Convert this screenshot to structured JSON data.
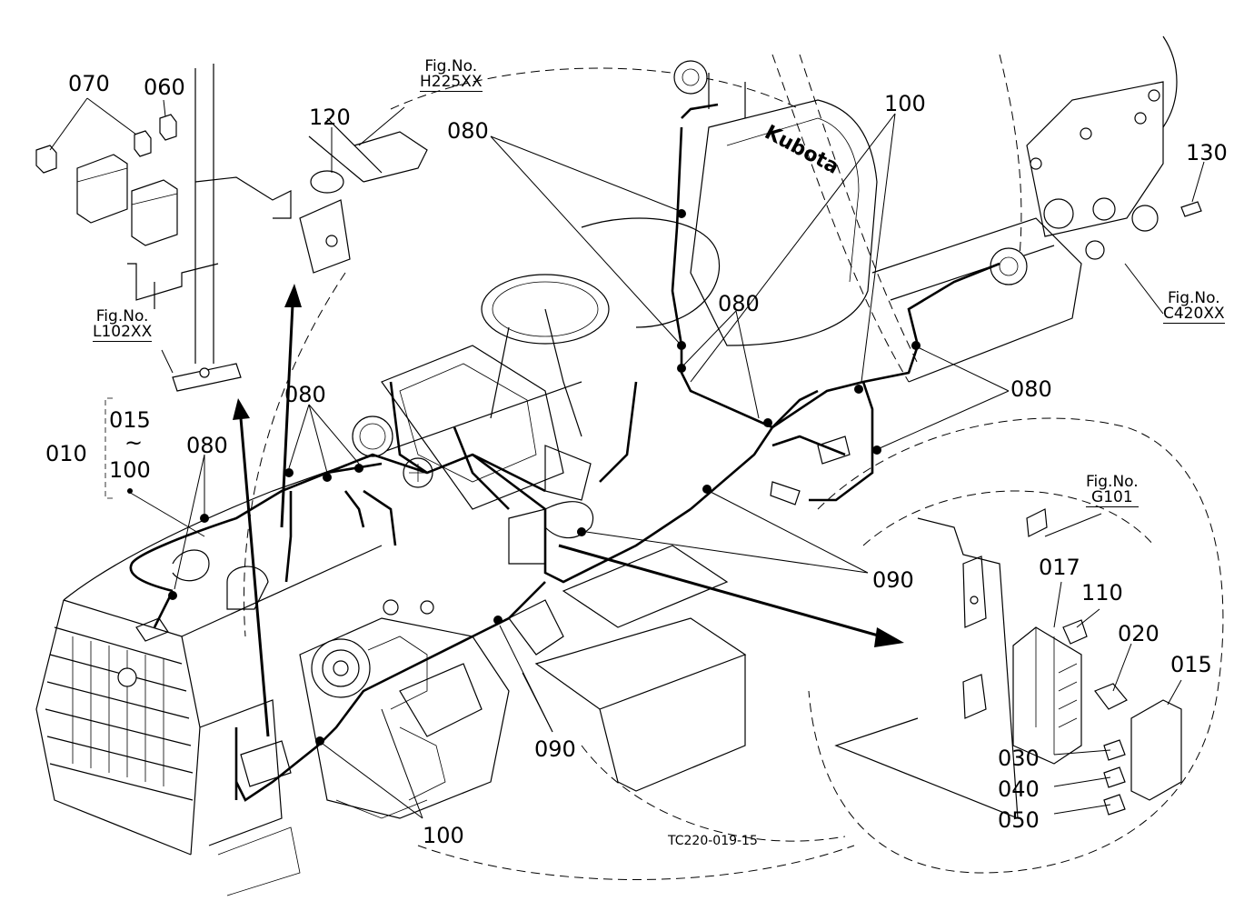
{
  "labels": {
    "p070": "070",
    "p060": "060",
    "p120": "120",
    "p080_top": "080",
    "p100_top": "100",
    "p130": "130",
    "p080_mid": "080",
    "p080_left": "080",
    "p080_right": "080",
    "p010": "010",
    "p015": "015",
    "tilde": "~",
    "p100_range": "100",
    "p080_hood": "080",
    "p090_right": "090",
    "p090_bottom": "090",
    "p100_bottom": "100",
    "p017": "017",
    "p110": "110",
    "p020": "020",
    "p015_cover": "015",
    "p030": "030",
    "p040": "040",
    "p050": "050"
  },
  "fig_refs": {
    "h225": {
      "title": "Fig.No.",
      "code": "H225XX"
    },
    "l102": {
      "title": "Fig.No.",
      "code": "L102XX"
    },
    "c420": {
      "title": "Fig.No.",
      "code": "C420XX"
    },
    "g101": {
      "title": "Fig.No.",
      "code": "G101"
    }
  },
  "drawing_code": "TC220-019-15",
  "seat_brand": "Kubota"
}
